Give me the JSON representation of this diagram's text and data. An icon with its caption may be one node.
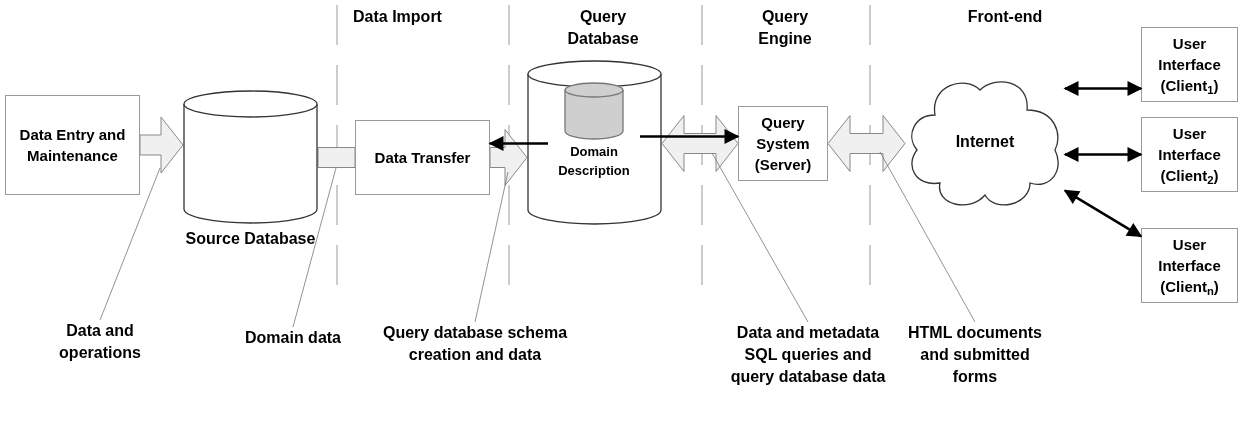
{
  "diagram": {
    "nodes": [
      {
        "text": [
          "Data Entry and Maintenance"
        ]
      },
      {
        "text": [
          "Source Database"
        ]
      },
      {
        "text": [
          "Data Transfer"
        ]
      },
      {
        "text": [],
        "shape": "cylinder"
      },
      {
        "text": [
          "Domain Description"
        ],
        "in": 3
      },
      {
        "text": [
          "Query System (Server)"
        ]
      },
      {
        "text": [
          "Internet"
        ]
      },
      {
        "text": [
          "User Interface (Client$_{1}$)"
        ]
      },
      {
        "text": [
          "User Interface (Client$_{2}$)"
        ]
      },
      {
        "text": [
          "User Interface (Client$_{n}$)"
        ]
      },
      {
        "text": [
          "Data and operations"
        ]
      },
      {
        "text": [
          "Domain data"
        ]
      },
      {
        "text": [
          "Query database schema creation and data"
        ]
      },
      {
        "text": [
          "Data and metadata SQL queries and query database data"
        ]
      },
      {
        "text": [
          "HTML documents and submitted forms"
        ]
      }
    ],
    "edges": [
      {
        "from": 0,
        "to": 1,
        "arrow": "to",
        "style": "thick"
      },
      {
        "from": 1,
        "to": 2,
        "arrow": "none",
        "style": "thick"
      },
      {
        "from": 2,
        "to": 3,
        "arrow": "to",
        "style": "thick"
      },
      {
        "from": 3,
        "to": 5,
        "arrow": "both",
        "style": "thick"
      },
      {
        "from": 5,
        "to": 6,
        "arrow": "both",
        "style": "thick"
      },
      {
        "from": 4,
        "to": 2,
        "arrow": "to"
      },
      {
        "from": 4,
        "to": 5,
        "arrow": "to"
      },
      {
        "from": 6,
        "to": 7,
        "arrow": "both"
      },
      {
        "from": 6,
        "to": 8,
        "arrow": "both"
      },
      {
        "from": 6,
        "to": 9,
        "arrow": "both"
      },
      {
        "from": 10,
        "to": null,
        "arrow": "none",
        "color": "#777777"
      },
      {
        "from": 11,
        "to": null,
        "arrow": "none",
        "color": "#777777"
      },
      {
        "from": 12,
        "to": null,
        "arrow": "none",
        "color": "#777777"
      },
      {
        "from": 13,
        "to": null,
        "arrow": "none",
        "color": "#777777"
      },
      {
        "from": 14,
        "to": null,
        "arrow": "none",
        "color": "#777777"
      }
    ],
    "labels": [
      "Data Import",
      "Query Database",
      "Query Engine",
      "Front-end"
    ]
  }
}
